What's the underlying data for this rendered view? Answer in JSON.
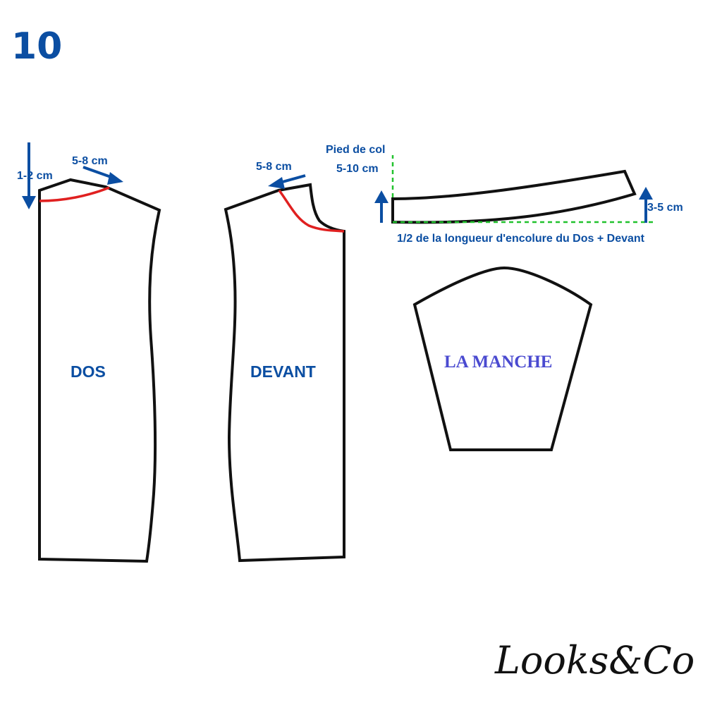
{
  "step_number": "10",
  "pieces": {
    "back_label": "DOS",
    "front_label": "DEVANT",
    "sleeve_label": "LA MANCHE"
  },
  "annotations": {
    "back_drop": "1-2 cm",
    "back_shoulder": "5-8 cm",
    "front_shoulder": "5-8 cm",
    "collar_stand_title": "Pied de col",
    "collar_stand_height": "5-10 cm",
    "collar_rise": "3-5 cm",
    "collar_length": "1/2 de la longueur d'encolure du Dos + Devant"
  },
  "colors": {
    "label_blue": "#0b4ea2",
    "neckline_red": "#e02020",
    "guide_green": "#22c22e",
    "outline": "#111111",
    "sleeve_label": "#4a4ad0"
  },
  "brand": {
    "logo_text": "Looks&Co"
  }
}
